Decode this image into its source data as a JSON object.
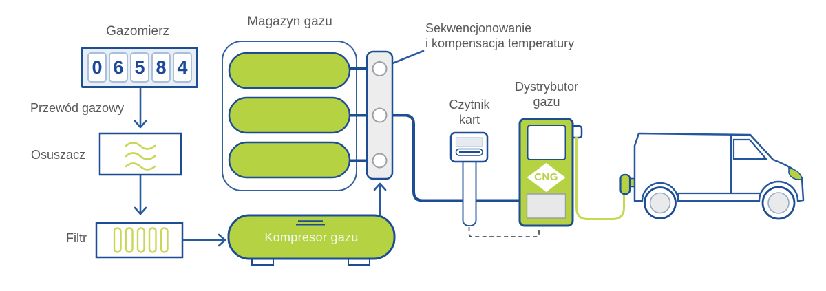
{
  "labels": {
    "gas_meter": "Gazomierz",
    "gas_pipe": "Przewód gazowy",
    "dryer": "Osuszacz",
    "filter": "Filtr",
    "gas_storage": "Magazyn gazu",
    "sequencing_line1": "Sekwencjonowanie",
    "sequencing_line2": "i kompensacja temperatury",
    "card_reader_line1": "Czytnik",
    "card_reader_line2": "kart",
    "dispenser_line1": "Dystrybutor",
    "dispenser_line2": "gazu",
    "compressor": "Kompresor gazu",
    "cng_badge": "CNG"
  },
  "meter": {
    "digits": [
      "0",
      "6",
      "5",
      "8",
      "4"
    ]
  },
  "colors": {
    "accent_green": "#b5d243",
    "hose_green": "#c6d854",
    "wave_green": "#c8d75a",
    "outline_navy": "#1d4e94",
    "line_blue": "#2a5a9e",
    "label_gray": "#58595b",
    "panel_gray": "#ededee",
    "dashed_gray": "#4a5560"
  }
}
